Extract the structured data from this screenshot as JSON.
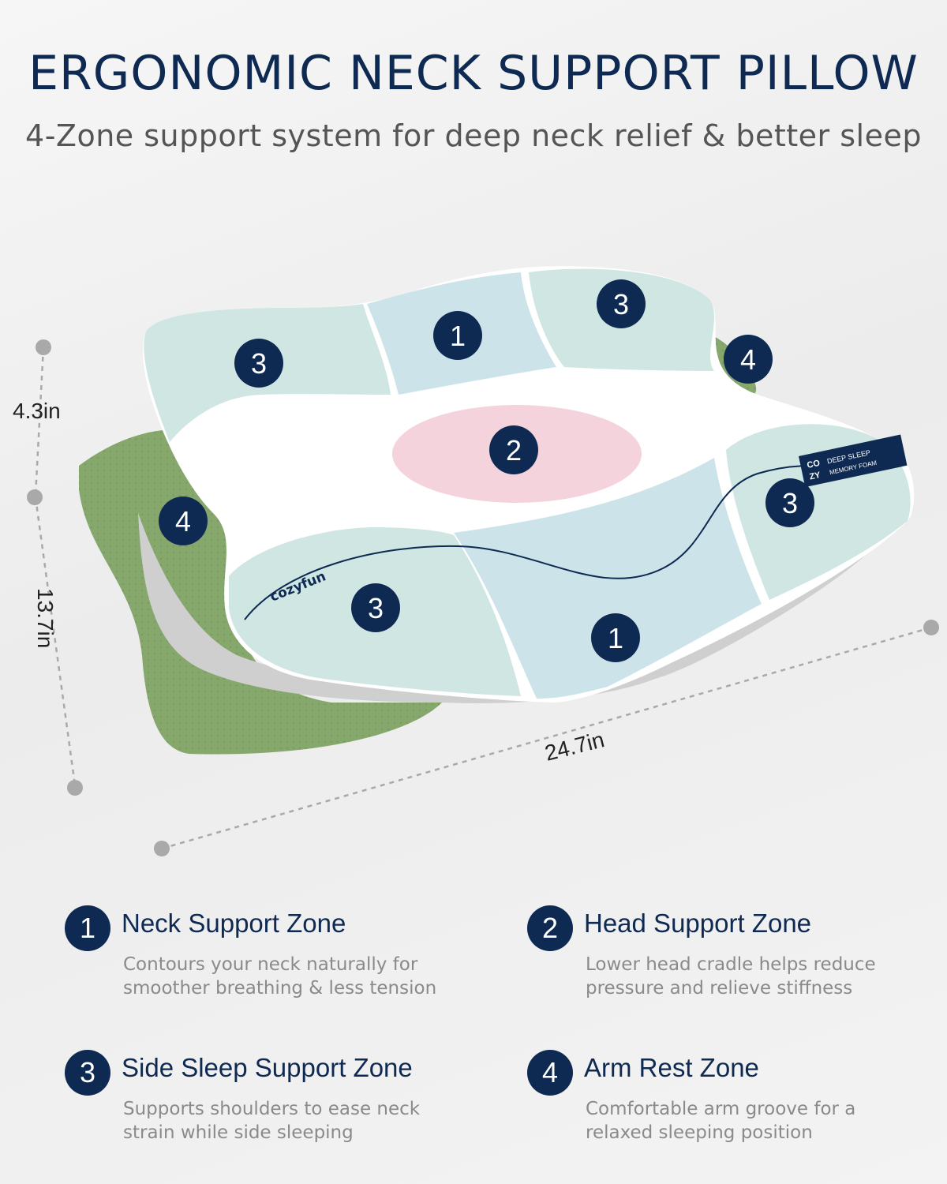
{
  "header": {
    "title": "ERGONOMIC NECK SUPPORT PILLOW",
    "subtitle": "4-Zone support system for deep neck relief & better sleep"
  },
  "dimensions": {
    "height": "4.3in",
    "depth": "13.7in",
    "width": "24.7in"
  },
  "pillow": {
    "brand": "cozyfun",
    "tag_logo_top": "CO",
    "tag_logo_bottom": "ZY",
    "tag_line1": "DEEP SLEEP",
    "tag_line2": "MEMORY FOAM",
    "zone_markers": [
      "1",
      "2",
      "3",
      "4"
    ],
    "colors": {
      "navy": "#0e2a52",
      "mint": "#cfe6e3",
      "blue": "#cde3ea",
      "pink": "#f5d3dc",
      "green": "#86a86c",
      "grey": "#c9c9c9"
    }
  },
  "features": [
    {
      "number": "1",
      "title": "Neck Support Zone",
      "line1": "Contours your neck naturally for",
      "line2": "smoother breathing & less tension"
    },
    {
      "number": "2",
      "title": "Head Support Zone",
      "line1": "Lower head cradle helps reduce",
      "line2": "pressure and relieve stiffness"
    },
    {
      "number": "3",
      "title": "Side Sleep Support Zone",
      "line1": "Supports shoulders to ease neck",
      "line2": "strain while side sleeping"
    },
    {
      "number": "4",
      "title": "Arm Rest Zone",
      "line1": "Comfortable arm groove for a",
      "line2": "relaxed sleeping position"
    }
  ]
}
